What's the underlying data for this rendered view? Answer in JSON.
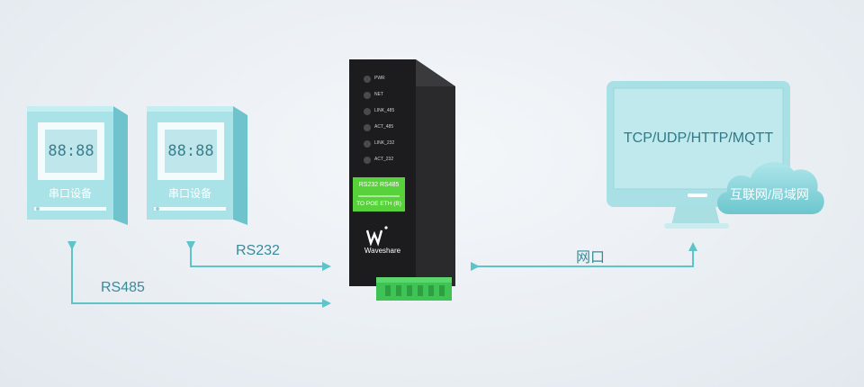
{
  "serial_devices": [
    {
      "display": "88:88",
      "label": "串口设备"
    },
    {
      "display": "88:88",
      "label": "串口设备"
    }
  ],
  "gateway": {
    "leds": [
      "PWR",
      "NET",
      "LINK_485",
      "ACT_485",
      "LINK_232",
      "ACT_232"
    ],
    "panel_line1": "RS232 RS485",
    "panel_line2": "TO POE ETH (B)",
    "brand": "Waveshare"
  },
  "links": {
    "rs232": "RS232",
    "rs485": "RS485",
    "ethernet": "网口"
  },
  "monitor": {
    "protocols": "TCP/UDP/HTTP/MQTT",
    "cloud_label": "互联网/局域网"
  },
  "colors": {
    "teal": "#8fd3d9",
    "arrow": "#5fc4c8",
    "green_panel": "#58d23a",
    "terminal_green": "#3ec455"
  }
}
